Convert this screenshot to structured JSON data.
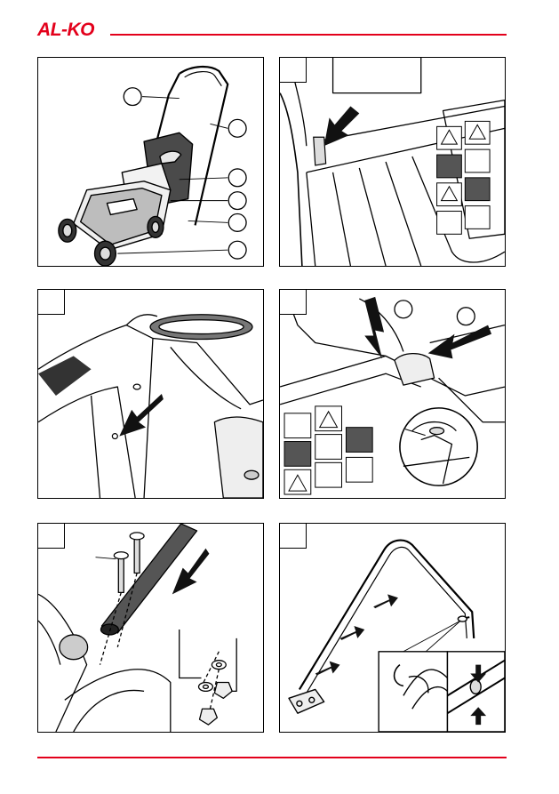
{
  "header": {
    "logo_text": "AL-KO",
    "brand_color": "#e3001b"
  },
  "figures": [
    {
      "id": "fig-1",
      "subject": "lawnmower-overview",
      "callouts": 6
    },
    {
      "id": "fig-2",
      "subject": "cable-hook-on-housing"
    },
    {
      "id": "fig-3",
      "subject": "rear-flap-opening"
    },
    {
      "id": "fig-4",
      "subject": "catcher-mount-detail",
      "callouts": 2
    },
    {
      "id": "fig-5",
      "subject": "handle-bolt-assembly"
    },
    {
      "id": "fig-6",
      "subject": "handle-and-cable-clip"
    }
  ]
}
